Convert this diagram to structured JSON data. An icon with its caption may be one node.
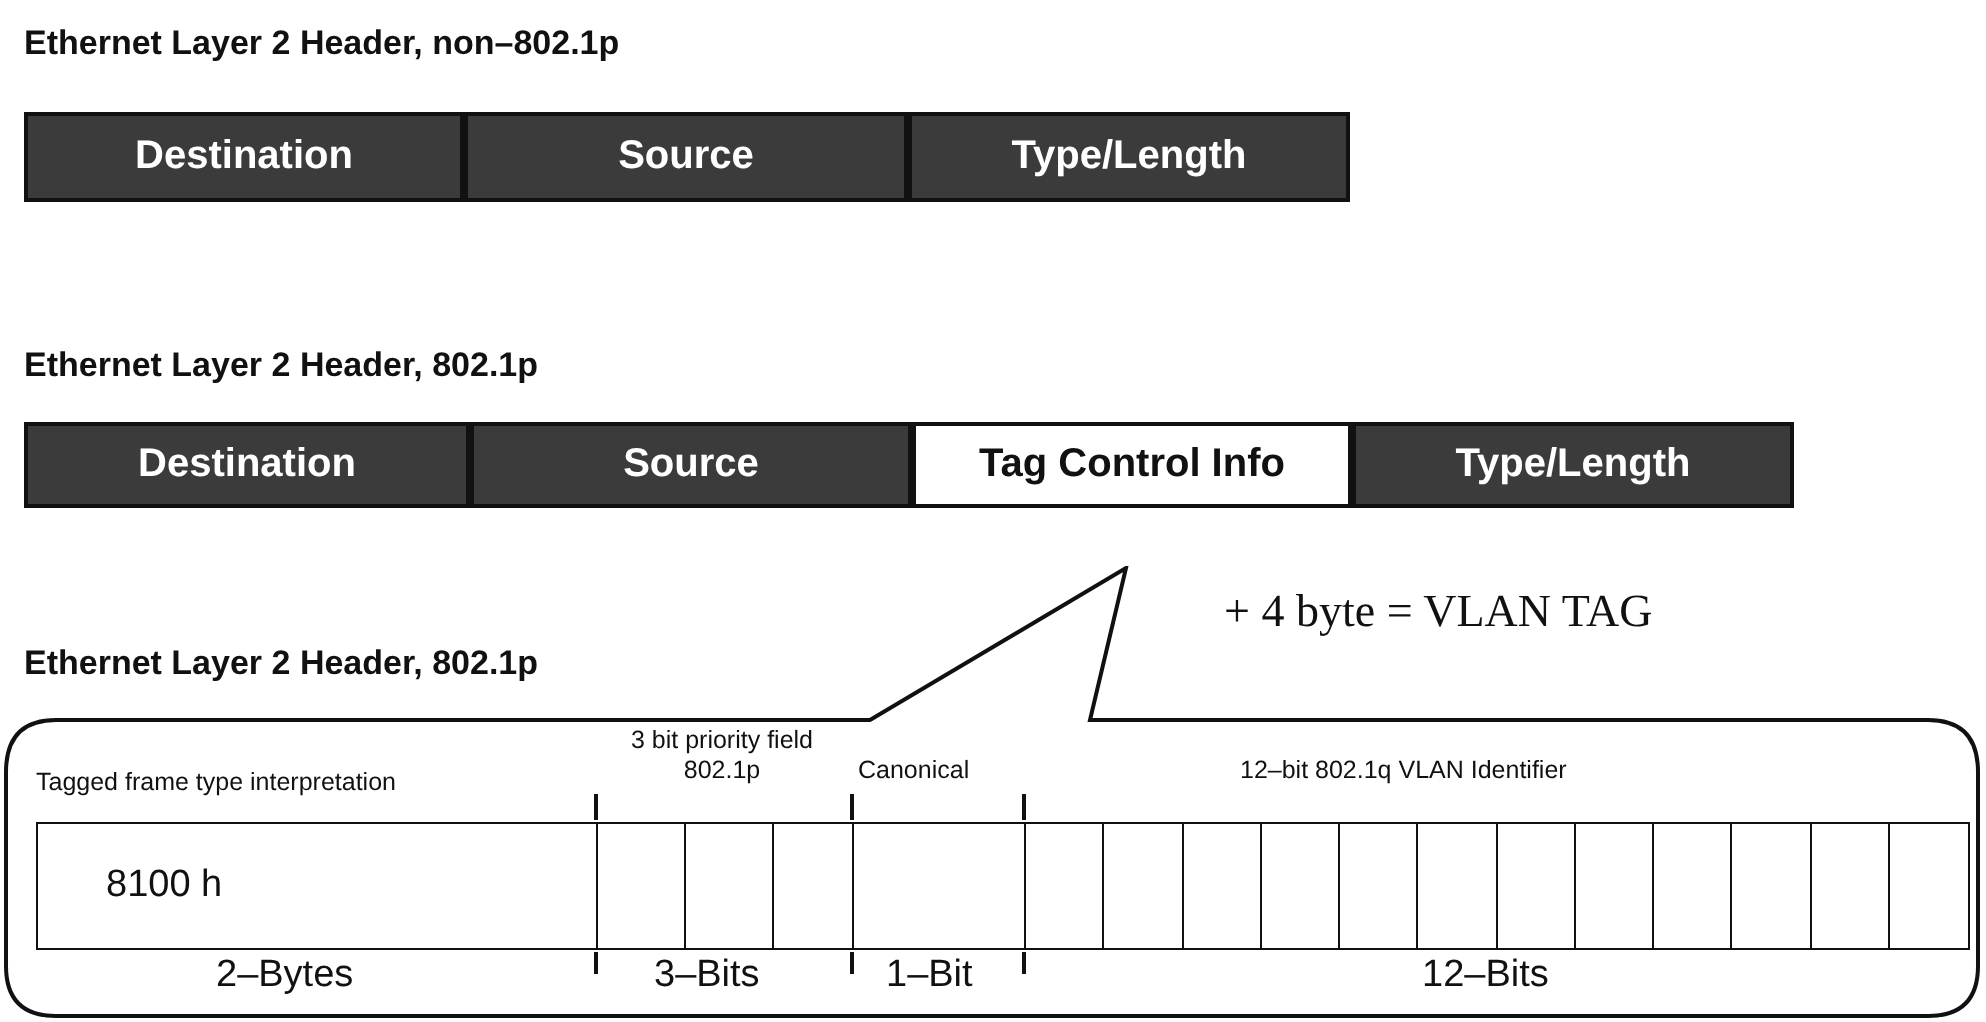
{
  "diagram": {
    "nodes": [
      {
        "text": [
          "Destination"
        ]
      },
      {
        "text": [
          "Source"
        ]
      },
      {
        "text": [
          "Type/Length"
        ]
      },
      {
        "text": [
          "Destination"
        ]
      },
      {
        "text": [
          "Source"
        ]
      },
      {
        "text": [
          "Tag Control Info"
        ]
      },
      {
        "text": [
          "Type/Length"
        ]
      },
      {
        "text": [],
        "shape": "callout"
      },
      {
        "text": [
          "8100 h"
        ],
        "in": 7
      },
      {
        "text": [],
        "shape": "box",
        "in": 7
      },
      {
        "text": [],
        "shape": "box",
        "in": 7
      },
      {
        "text": [],
        "shape": "box",
        "in": 7
      },
      {
        "text": [],
        "shape": "box",
        "in": 7
      },
      {
        "text": [],
        "shape": "box",
        "in": 7
      },
      {
        "text": [],
        "shape": "box",
        "in": 7
      },
      {
        "text": [],
        "shape": "box",
        "in": 7
      },
      {
        "text": [],
        "shape": "box",
        "in": 7
      },
      {
        "text": [],
        "shape": "box",
        "in": 7
      },
      {
        "text": [],
        "shape": "box",
        "in": 7
      },
      {
        "text": [],
        "shape": "box",
        "in": 7
      },
      {
        "text": [],
        "shape": "box",
        "in": 7
      },
      {
        "text": [],
        "shape": "box",
        "in": 7
      },
      {
        "text": [],
        "shape": "box",
        "in": 7
      },
      {
        "text": [],
        "shape": "box",
        "in": 7
      },
      {
        "text": [],
        "shape": "box",
        "in": 7
      }
    ],
    "edges": [],
    "labels": [
      "Ethernet Layer 2 Header, non–802.1p",
      "Ethernet Layer 2 Header, 802.1p",
      "+ 4 byte =  VLAN TAG",
      "Ethernet Layer 2 Header, 802.1p",
      "Tagged frame type interpretation",
      "3 bit priority field 802.1p",
      "Canonical",
      "12–bit 802.1q VLAN Identifier",
      "2–Bytes",
      "3–Bits",
      "1–Bit",
      "12–Bits"
    ]
  }
}
